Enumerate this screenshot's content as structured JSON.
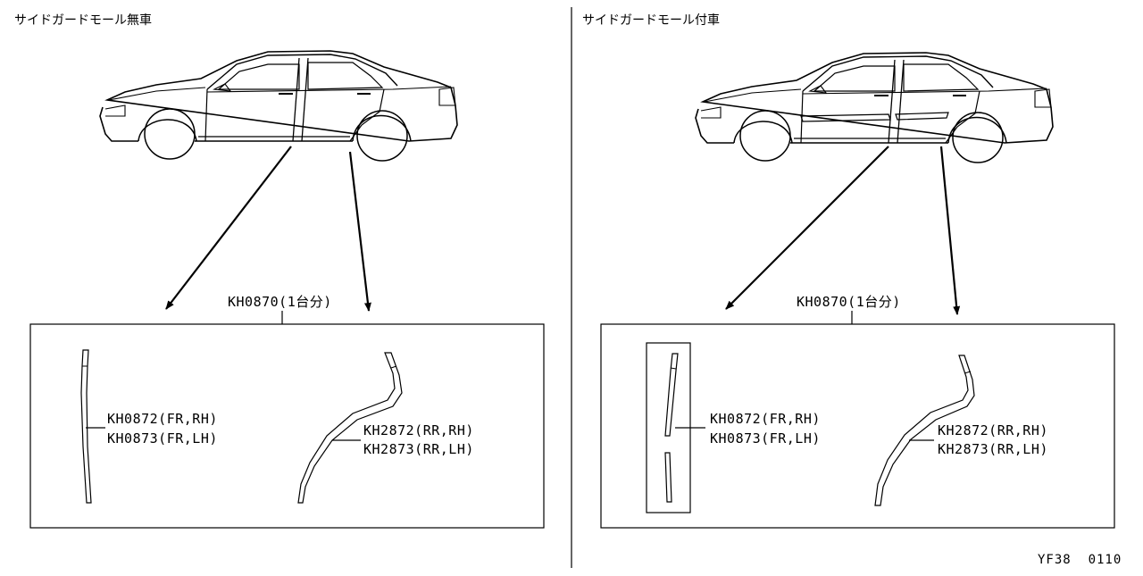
{
  "left": {
    "title": "サイドガードモール無車",
    "kit_label": "KH0870(1台分)",
    "front_parts": [
      "KH0872(FR,RH)",
      "KH0873(FR,LH)"
    ],
    "rear_parts": [
      "KH2872(RR,RH)",
      "KH2873(RR,LH)"
    ]
  },
  "right": {
    "title": "サイドガードモール付車",
    "kit_label": "KH0870(1台分)",
    "front_parts": [
      "KH0872(FR,RH)",
      "KH0873(FR,LH)"
    ],
    "rear_parts": [
      "KH2872(RR,RH)",
      "KH2873(RR,LH)"
    ]
  },
  "figure_code": "YF38  0110"
}
